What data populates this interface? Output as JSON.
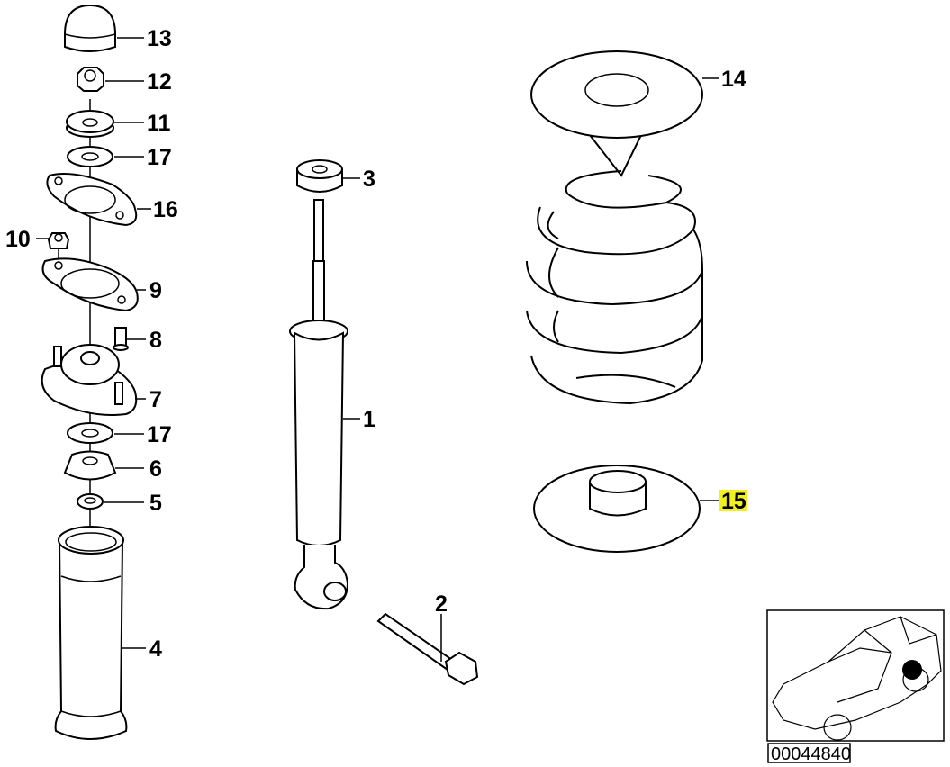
{
  "diagram": {
    "title": "Rear shock absorber and coil spring assembly",
    "highlight_color": "#f0f020",
    "callouts": [
      {
        "id": "13",
        "label": "13"
      },
      {
        "id": "12",
        "label": "12"
      },
      {
        "id": "11",
        "label": "11"
      },
      {
        "id": "17a",
        "label": "17"
      },
      {
        "id": "16",
        "label": "16"
      },
      {
        "id": "10",
        "label": "10"
      },
      {
        "id": "9",
        "label": "9"
      },
      {
        "id": "8",
        "label": "8"
      },
      {
        "id": "7",
        "label": "7"
      },
      {
        "id": "17b",
        "label": "17"
      },
      {
        "id": "6",
        "label": "6"
      },
      {
        "id": "5",
        "label": "5"
      },
      {
        "id": "4",
        "label": "4"
      },
      {
        "id": "3",
        "label": "3"
      },
      {
        "id": "1",
        "label": "1"
      },
      {
        "id": "2",
        "label": "2"
      },
      {
        "id": "14",
        "label": "14"
      },
      {
        "id": "15",
        "label": "15",
        "highlighted": true
      }
    ],
    "inset": {
      "code": "00044840"
    }
  }
}
